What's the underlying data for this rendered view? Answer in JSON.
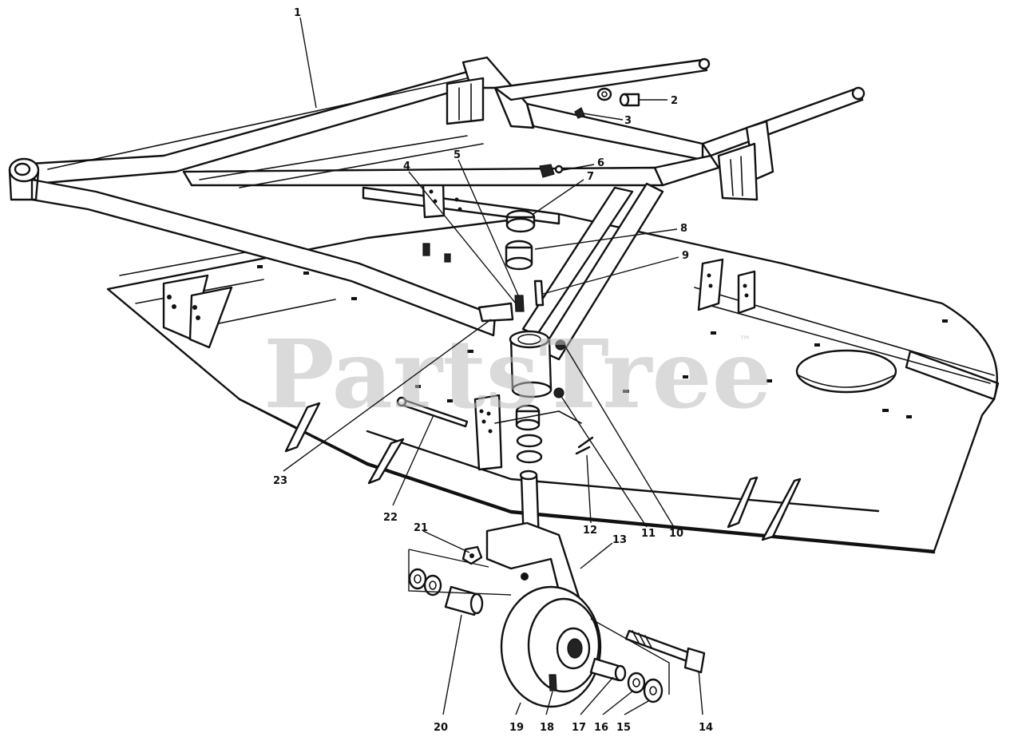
{
  "diagram": {
    "watermark": {
      "text": "PartsTree",
      "trademark": "™"
    },
    "callouts": {
      "c1": "1",
      "c2": "2",
      "c3": "3",
      "c4": "4",
      "c5": "5",
      "c6": "6",
      "c7": "7",
      "c8": "8",
      "c9": "9",
      "c10": "10",
      "c11": "11",
      "c12": "12",
      "c13": "13",
      "c14": "14",
      "c15": "15",
      "c16": "16",
      "c17": "17",
      "c18": "18",
      "c19": "19",
      "c20": "20",
      "c21": "21",
      "c22": "22",
      "c23": "23"
    }
  }
}
